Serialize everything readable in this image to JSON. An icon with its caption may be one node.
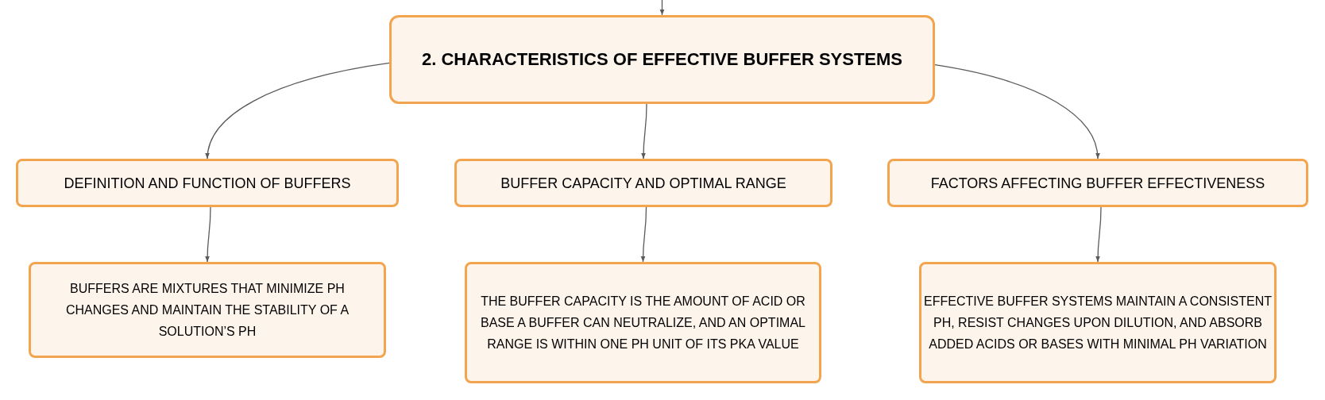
{
  "diagram": {
    "nodes": [
      {
        "text": [
          "2. CHARACTERISTICS OF EFFECTIVE BUFFER SYSTEMS"
        ]
      },
      {
        "text": [
          "DEFINITION AND FUNCTION OF BUFFERS"
        ]
      },
      {
        "text": [
          "BUFFER CAPACITY AND OPTIMAL RANGE"
        ]
      },
      {
        "text": [
          "FACTORS AFFECTING BUFFER EFFECTIVENESS"
        ]
      },
      {
        "text": [
          "BUFFERS ARE MIXTURES THAT MINIMIZE PH CHANGES AND MAINTAIN THE STABILITY OF A SOLUTION’S PH"
        ]
      },
      {
        "text": [
          "THE BUFFER CAPACITY IS THE AMOUNT OF ACID OR BASE A BUFFER CAN NEUTRALIZE, AND AN OPTIMAL RANGE IS WITHIN ONE PH UNIT OF ITS PKA VALUE"
        ]
      },
      {
        "text": [
          "EFFECTIVE BUFFER SYSTEMS MAINTAIN A CONSISTENT PH, RESIST CHANGES UPON DILUTION, AND ABSORB ADDED ACIDS OR BASES WITH MINIMAL PH VARIATION"
        ]
      }
    ],
    "edges": [
      {
        "from": null,
        "to": 0,
        "arrow": "to"
      },
      {
        "from": 0,
        "to": 1,
        "arrow": "to"
      },
      {
        "from": 0,
        "to": 2,
        "arrow": "to"
      },
      {
        "from": 0,
        "to": 3,
        "arrow": "to"
      },
      {
        "from": 1,
        "to": 4,
        "arrow": "to"
      },
      {
        "from": 2,
        "to": 5,
        "arrow": "to"
      },
      {
        "from": 3,
        "to": 6,
        "arrow": "to"
      }
    ]
  }
}
